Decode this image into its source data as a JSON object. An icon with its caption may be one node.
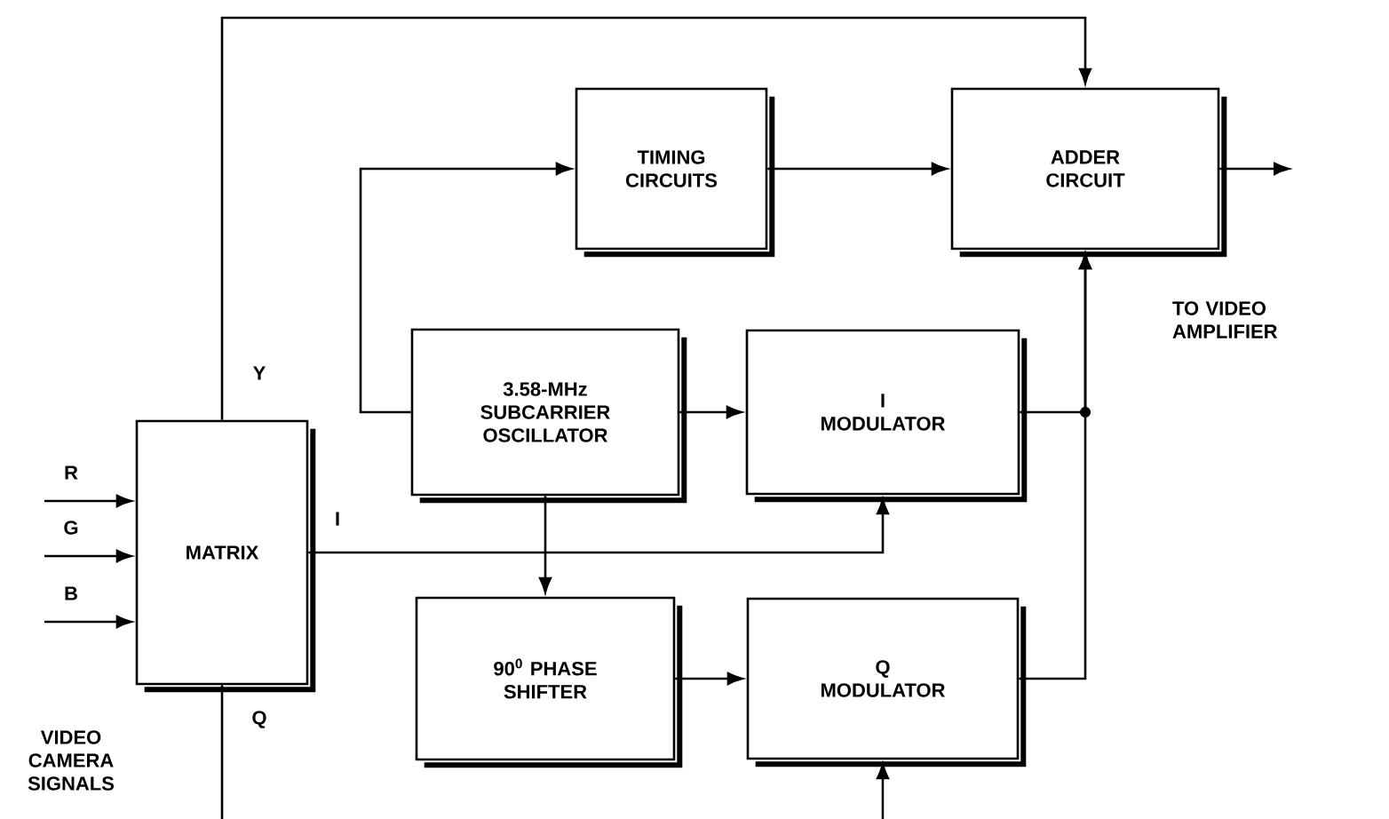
{
  "diagram": {
    "nodes": [
      {
        "text": [
          "MATRIX"
        ]
      },
      {
        "text": [
          "TIMING CIRCUITS"
        ]
      },
      {
        "text": [
          "ADDER CIRCUIT"
        ]
      },
      {
        "text": [
          "3.58-MHz SUBCARRIER OSCILLATOR"
        ]
      },
      {
        "text": [
          "I MODULATOR"
        ]
      },
      {
        "text": [
          "90$^{0}$ PHASE SHIFTER"
        ]
      },
      {
        "text": [
          "Q MODULATOR"
        ]
      }
    ],
    "edges": [
      {
        "from": null,
        "to": 0,
        "arrow": "to",
        "label": "R"
      },
      {
        "from": null,
        "to": 0,
        "arrow": "to",
        "label": "G"
      },
      {
        "from": null,
        "to": 0,
        "arrow": "to",
        "label": "B"
      },
      {
        "from": 0,
        "to": 2,
        "arrow": "to",
        "label": "Y"
      },
      {
        "from": 0,
        "to": 4,
        "arrow": "to",
        "label": "I"
      },
      {
        "from": 0,
        "to": null,
        "arrow": "none",
        "label": "Q"
      },
      {
        "from": null,
        "to": 6,
        "arrow": "to"
      },
      {
        "from": 3,
        "to": 1,
        "arrow": "to"
      },
      {
        "from": 1,
        "to": 2,
        "arrow": "to"
      },
      {
        "from": 3,
        "to": 4,
        "arrow": "to"
      },
      {
        "from": 3,
        "to": 5,
        "arrow": "to"
      },
      {
        "from": 5,
        "to": 6,
        "arrow": "to"
      },
      {
        "from": 4,
        "to": 2,
        "arrow": "to"
      },
      {
        "from": 6,
        "to": 2,
        "arrow": "to"
      },
      {
        "from": 2,
        "to": null,
        "arrow": "to"
      }
    ],
    "labels": [
      "VIDEO CAMERA SIGNALS",
      "TO VIDEO AMPLIFIER"
    ]
  }
}
